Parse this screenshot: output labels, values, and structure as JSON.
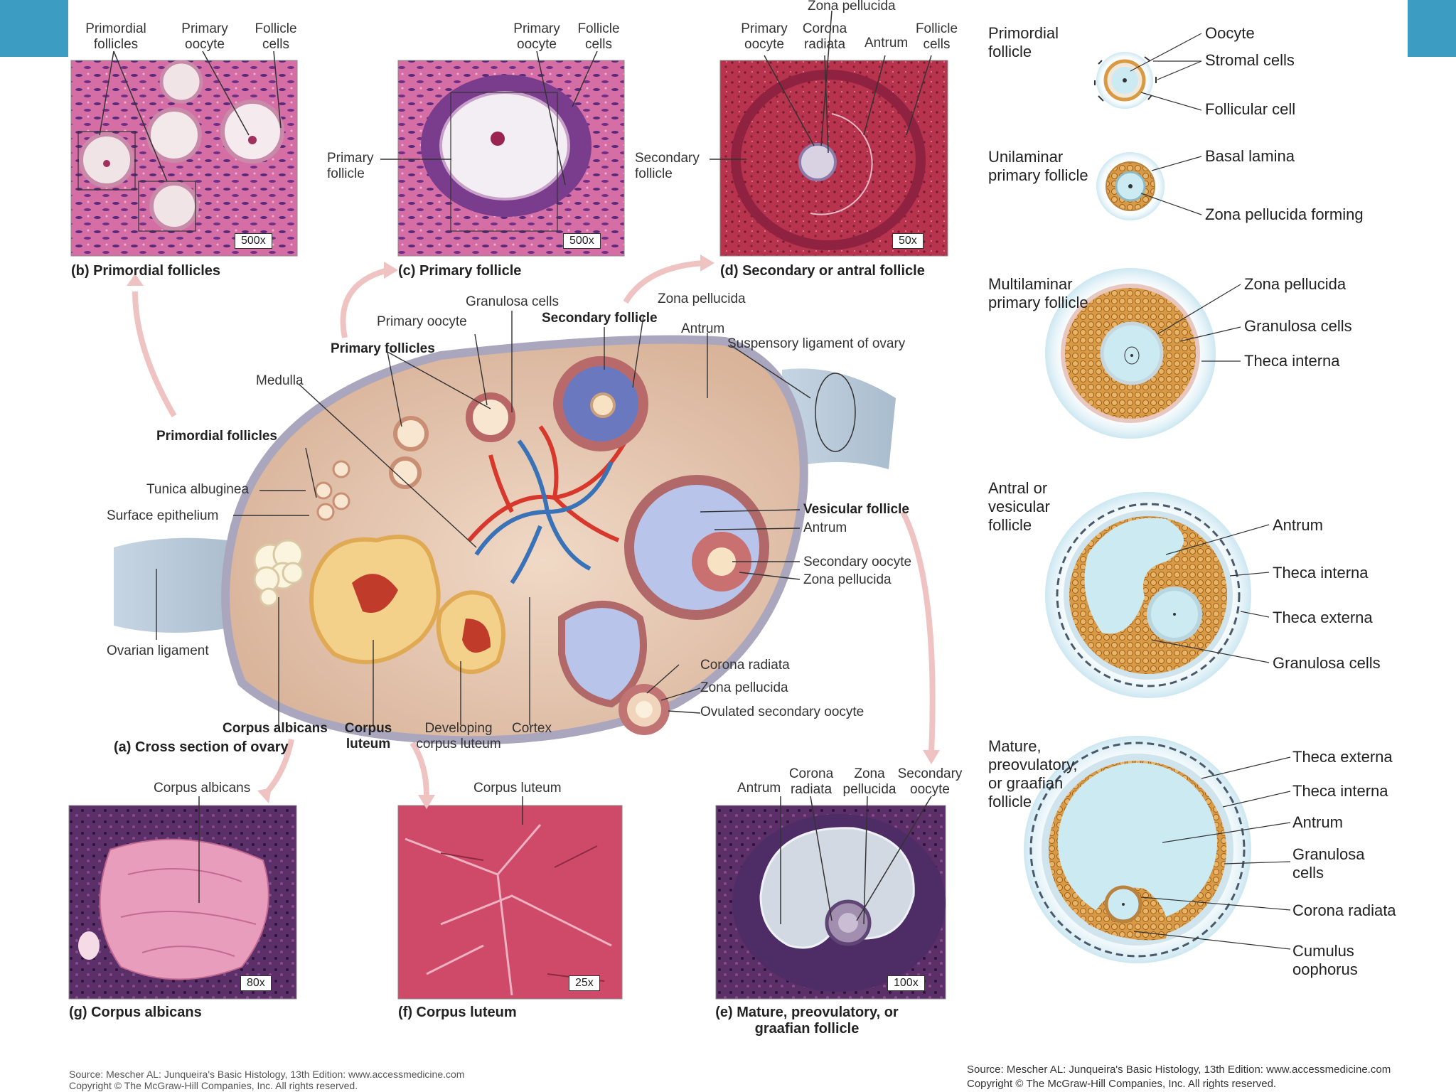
{
  "panels": {
    "b": {
      "caption": "(b) Primordial follicles",
      "magnification": "500x",
      "labels": [
        "Primordial follicles",
        "Primary oocyte",
        "Follicle cells"
      ]
    },
    "c": {
      "caption": "(c) Primary follicle",
      "magnification": "500x",
      "labels": [
        "Primary oocyte",
        "Follicle cells",
        "Primary follicle"
      ]
    },
    "d": {
      "caption": "(d) Secondary or antral follicle",
      "magnification": "50x",
      "labels": [
        "Zona pellucida",
        "Primary oocyte",
        "Corona radiata",
        "Antrum",
        "Follicle cells",
        "Secondary follicle"
      ]
    },
    "g": {
      "caption": "(g) Corpus albicans",
      "magnification": "80x",
      "label": "Corpus albicans"
    },
    "f": {
      "caption": "(f) Corpus luteum",
      "magnification": "25x",
      "label": "Corpus luteum"
    },
    "e": {
      "caption": "(e) Mature, preovulatory, or graafian follicle",
      "magnification": "100x",
      "labels": [
        "Antrum",
        "Corona radiata",
        "Zona pellucida",
        "Secondary oocyte"
      ]
    }
  },
  "ovary": {
    "caption": "(a) Cross section of ovary",
    "labels": {
      "granulosa_cells": "Granulosa cells",
      "zona_pellucida": "Zona pellucida",
      "primary_oocyte": "Primary oocyte",
      "secondary_follicle": "Secondary follicle",
      "antrum": "Antrum",
      "primary_follicles": "Primary follicles",
      "suspensory_ligament": "Suspensory ligament of ovary",
      "medulla": "Medulla",
      "primordial_follicles": "Primordial follicles",
      "tunica_albuginea": "Tunica albuginea",
      "surface_epithelium": "Surface epithelium",
      "vesicular_follicle": "Vesicular follicle",
      "antrum2": "Antrum",
      "secondary_oocyte": "Secondary oocyte",
      "zona_pellucida2": "Zona pellucida",
      "ovarian_ligament": "Ovarian ligament",
      "corona_radiata": "Corona radiata",
      "zona_pellucida3": "Zona pellucida",
      "ovulated_oocyte": "Ovulated secondary oocyte",
      "corpus_albicans": "Corpus albicans",
      "corpus_luteum": "Corpus luteum",
      "developing_corpus_luteum": "Developing corpus luteum",
      "cortex": "Cortex"
    }
  },
  "stages": [
    {
      "name": "Primordial follicle",
      "labels": [
        "Oocyte",
        "Stromal cells",
        "Follicular cell"
      ]
    },
    {
      "name": "Unilaminar primary follicle",
      "labels": [
        "Basal lamina",
        "Zona pellucida forming"
      ]
    },
    {
      "name": "Multilaminar primary follicle",
      "labels": [
        "Zona pellucida",
        "Granulosa cells",
        "Theca interna"
      ]
    },
    {
      "name": "Antral or vesicular follicle",
      "labels": [
        "Antrum",
        "Theca interna",
        "Theca externa",
        "Granulosa cells"
      ]
    },
    {
      "name": "Mature, preovulatory, or graafian follicle",
      "labels": [
        "Theca externa",
        "Theca interna",
        "Antrum",
        "Granulosa cells",
        "Corona radiata",
        "Cumulus oophorus"
      ]
    }
  ],
  "sources": {
    "left_line1": "Source: Mescher AL: Junqueira's Basic Histology, 13th Edition: www.accessmedicine.com",
    "left_line2": "Copyright © The McGraw-Hill Companies, Inc. All rights reserved.",
    "right_line1": "Source: Mescher AL: Junqueira's Basic Histology, 13th Edition: www.accessmedicine.com",
    "right_line2": "Copyright © The McGraw-Hill Companies, Inc. All rights reserved."
  },
  "colors": {
    "accent": "#3d9cc1",
    "granulosa": "#d99a45",
    "antrum": "#bfe5ee",
    "tissue": "#c24a6e"
  }
}
